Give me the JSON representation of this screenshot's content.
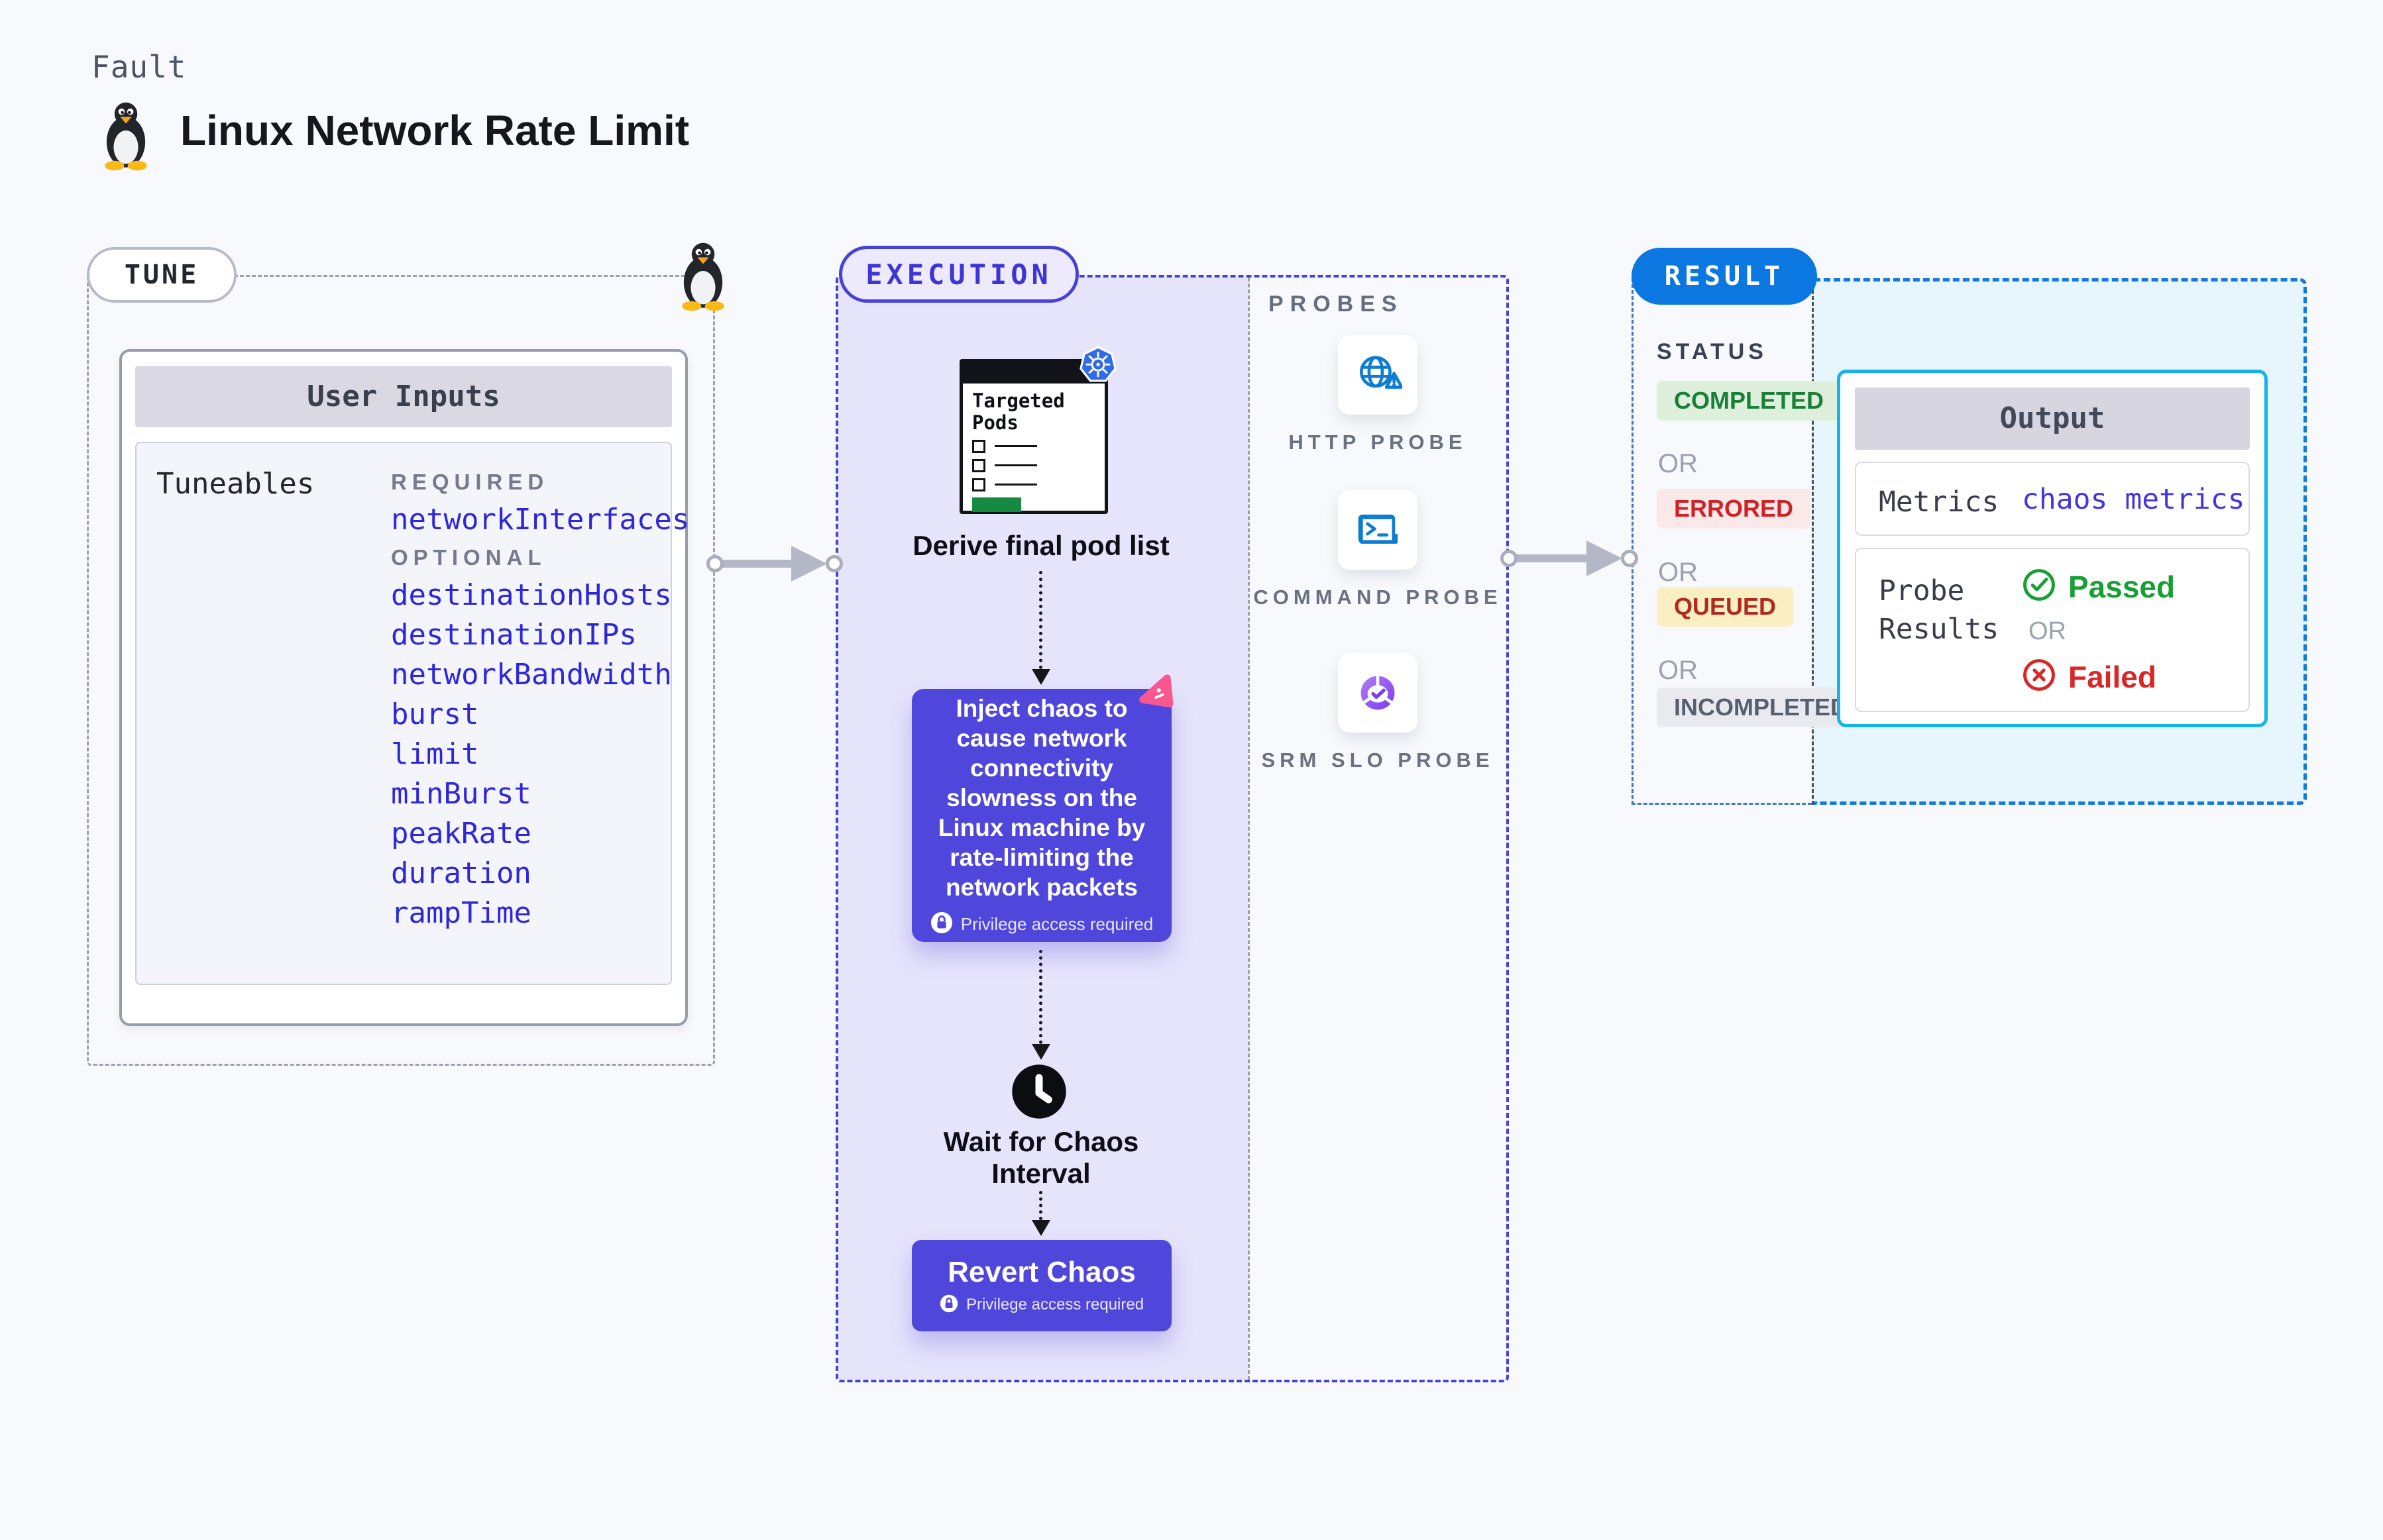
{
  "header": {
    "kicker": "Fault",
    "title": "Linux Network Rate Limit"
  },
  "tune": {
    "label": "TUNE",
    "card_title": "User Inputs",
    "tuneables_label": "Tuneables",
    "required_label": "REQUIRED",
    "optional_label": "OPTIONAL",
    "required_params": [
      "networkInterfaces"
    ],
    "optional_params": [
      "destinationHosts",
      "destinationIPs",
      "networkBandwidth",
      "burst",
      "limit",
      "minBurst",
      "peakRate",
      "duration",
      "rampTime"
    ]
  },
  "execution": {
    "label": "EXECUTION",
    "targeted_pods_title": "Targeted Pods",
    "derive_step": "Derive final pod list",
    "inject_step": "Inject chaos to cause network connectivity slowness on the Linux machine by rate-limiting the network packets",
    "privilege_note": "Privilege access required",
    "wait_step": "Wait for Chaos Interval",
    "revert_step": "Revert Chaos"
  },
  "probes": {
    "label": "PROBES",
    "items": [
      {
        "name": "HTTP PROBE",
        "icon": "globe-warning-icon"
      },
      {
        "name": "COMMAND PROBE",
        "icon": "terminal-icon"
      },
      {
        "name": "SRM SLO PROBE",
        "icon": "slo-gauge-icon"
      }
    ]
  },
  "result": {
    "label": "RESULT",
    "status_label": "STATUS",
    "or_label": "OR",
    "statuses": [
      {
        "label": "COMPLETED",
        "text_color": "#1a7f37",
        "bg_color": "#def0dc"
      },
      {
        "label": "ERRORED",
        "text_color": "#cf2126",
        "bg_color": "#fbe9e9"
      },
      {
        "label": "QUEUED",
        "text_color": "#b02a20",
        "bg_color": "#faeec3"
      },
      {
        "label": "INCOMPLETED",
        "text_color": "#575e6d",
        "bg_color": "#e9eaf0"
      }
    ],
    "output": {
      "title": "Output",
      "metrics_label": "Metrics",
      "metrics_value": "chaos metrics",
      "probe_results_label": "Probe Results",
      "passed_label": "Passed",
      "or_label": "OR",
      "failed_label": "Failed"
    }
  },
  "colors": {
    "accent_indigo": "#4f46dc",
    "execution_border": "#4742d6",
    "result_blue": "#0a78e0",
    "output_border": "#17b2e8",
    "param_blue": "#2e26d9",
    "k8s_blue": "#326ce5",
    "probe_icon_blue": "#0f7cd4",
    "slo_purple": "#7c3aed",
    "chaos_pink": "#f8578f",
    "success_green": "#16a034",
    "error_red": "#d92626",
    "arrow_gray": "#b4b8c6"
  }
}
